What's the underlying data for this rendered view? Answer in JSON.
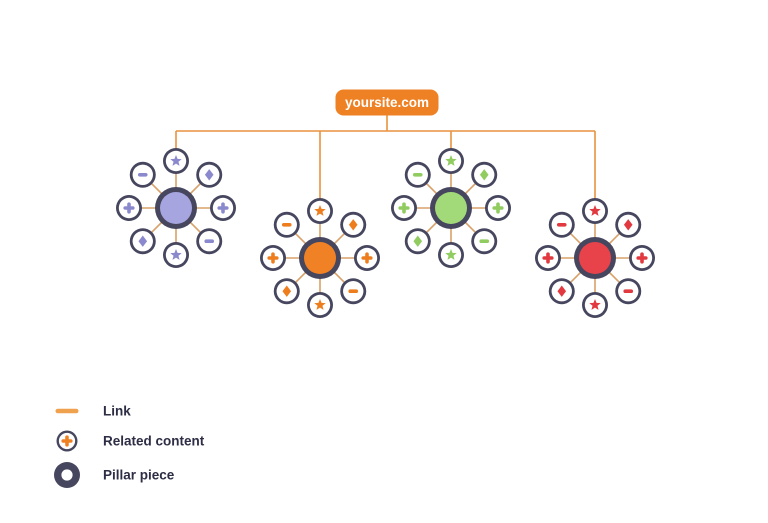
{
  "title_node": {
    "label": "yoursite.com"
  },
  "colors": {
    "site_box": "#EF8125",
    "site_box_text": "#FFFFFF",
    "connector": "#E9923F",
    "spoke": "#D9A169",
    "ring": "#46465F",
    "satellite_fill": "#FFFFFF",
    "legend_dash": "#F0A14E",
    "legend_plus": "#EF8125",
    "label_text": "#2D2D45",
    "background": "#FFFFFF"
  },
  "clusters": [
    {
      "name": "pillar-1",
      "hub_color": "#A6A5DF",
      "icon_color": "#8B89CE",
      "satellites": [
        "star",
        "diamond",
        "plus",
        "minus",
        "star",
        "diamond",
        "plus",
        "minus"
      ]
    },
    {
      "name": "pillar-2",
      "hub_color": "#F08125",
      "icon_color": "#EE7D1E",
      "satellites": [
        "star",
        "diamond",
        "plus",
        "minus",
        "star",
        "diamond",
        "plus",
        "minus"
      ]
    },
    {
      "name": "pillar-3",
      "hub_color": "#A3DA79",
      "icon_color": "#90CC5F",
      "satellites": [
        "star",
        "diamond",
        "plus",
        "minus",
        "star",
        "diamond",
        "plus",
        "minus"
      ]
    },
    {
      "name": "pillar-4",
      "hub_color": "#E8424A",
      "icon_color": "#E2383F",
      "satellites": [
        "star",
        "diamond",
        "plus",
        "minus",
        "star",
        "diamond",
        "plus",
        "minus"
      ]
    }
  ],
  "legend": {
    "items": [
      {
        "icon": "link-dash-icon",
        "label": "Link"
      },
      {
        "icon": "related-content-icon",
        "label": "Related content"
      },
      {
        "icon": "pillar-piece-icon",
        "label": "Pillar piece"
      }
    ]
  }
}
